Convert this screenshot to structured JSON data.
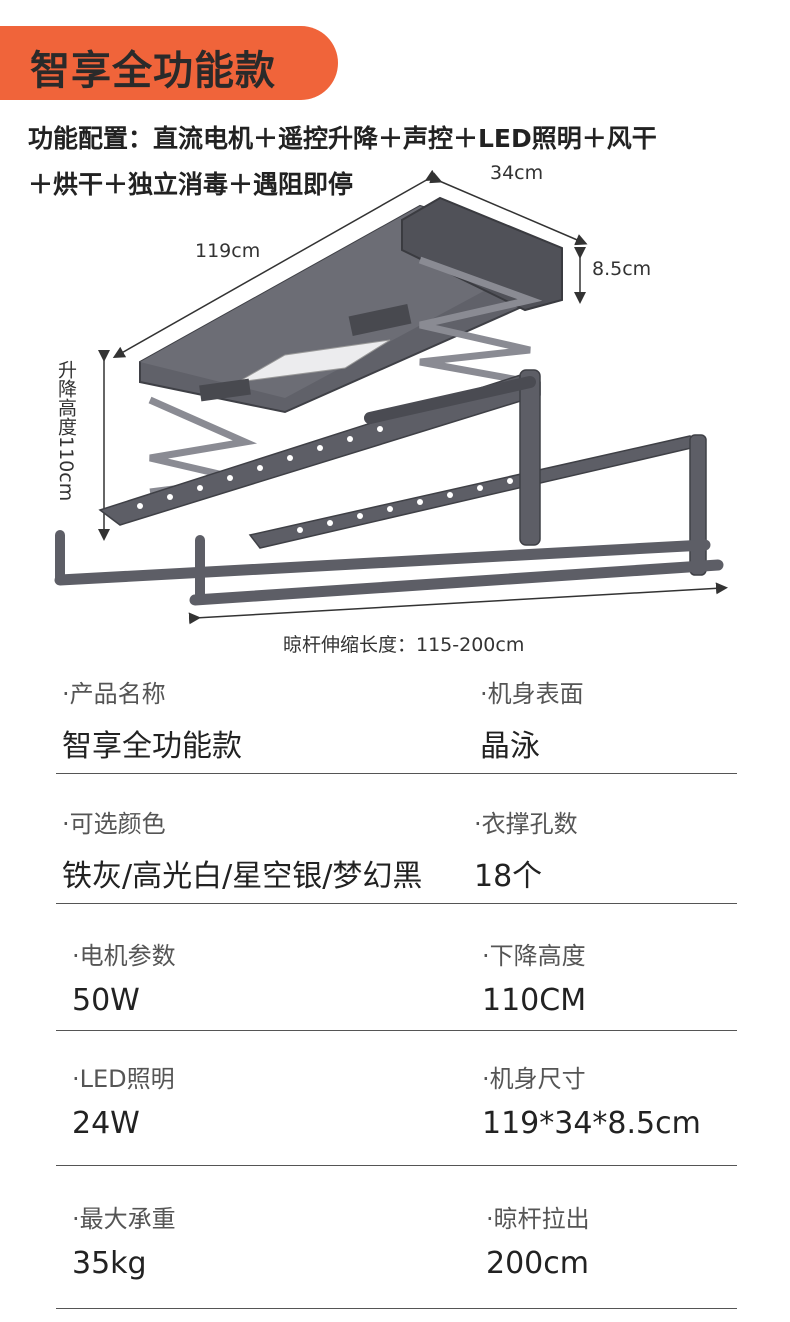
{
  "header": {
    "title": "智享全功能款"
  },
  "features": {
    "line1": "功能配置：直流电机＋遥控升降＋声控＋LED照明＋风干",
    "line2": "＋烘干＋独立消毒＋遇阻即停"
  },
  "dimensions": {
    "width": "34cm",
    "length": "119cm",
    "height": "8.5cm",
    "lift": "升降高度110cm",
    "pole": "晾杆伸缩长度：115-200cm"
  },
  "specs": [
    {
      "left_label": "·产品名称",
      "left_value": "智享全功能款",
      "right_label": "·机身表面",
      "right_value": "晶泳"
    },
    {
      "left_label": "·可选颜色",
      "left_value": "铁灰/高光白/星空银/梦幻黑",
      "right_label": "·衣撑孔数",
      "right_value": "18个"
    },
    {
      "left_label": "·电机参数",
      "left_value": "50W",
      "right_label": "·下降高度",
      "right_value": "110CM"
    },
    {
      "left_label": "·LED照明",
      "left_value": "24W",
      "right_label": "·机身尺寸",
      "right_value": "119*34*8.5cm"
    },
    {
      "left_label": "·最大承重",
      "left_value": "35kg",
      "right_label": "·晾杆拉出",
      "right_value": "200cm"
    }
  ],
  "colors": {
    "accent": "#f0643a",
    "product": "#5f6068"
  }
}
